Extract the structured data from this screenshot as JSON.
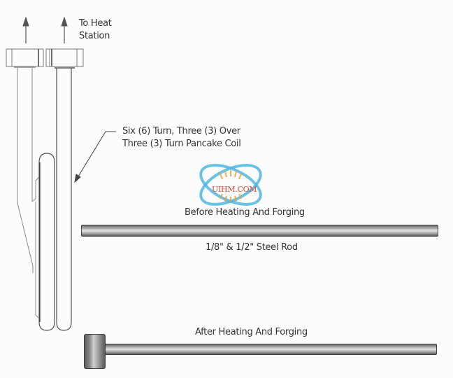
{
  "labels": {
    "heat_station": [
      "To Heat",
      "Station"
    ],
    "coil_description": [
      "Six (6) Turn, Three (3) Over",
      "Three (3) Turn Pancake Coil"
    ],
    "before": "Before Heating And Forging",
    "rod_size": "1/8\" & 1/2\" Steel Rod",
    "after": "After Heating And Forging"
  },
  "watermark": {
    "text": "UIHM.COM",
    "ring_color": "#4fb6e0",
    "text_color": "#e0483a",
    "sun_color": "#f0a030"
  },
  "colors": {
    "background": "#fbfcfb",
    "line": "#555555",
    "rod_dark": "#5c5c5c",
    "rod_light": "#e4e4e4"
  }
}
